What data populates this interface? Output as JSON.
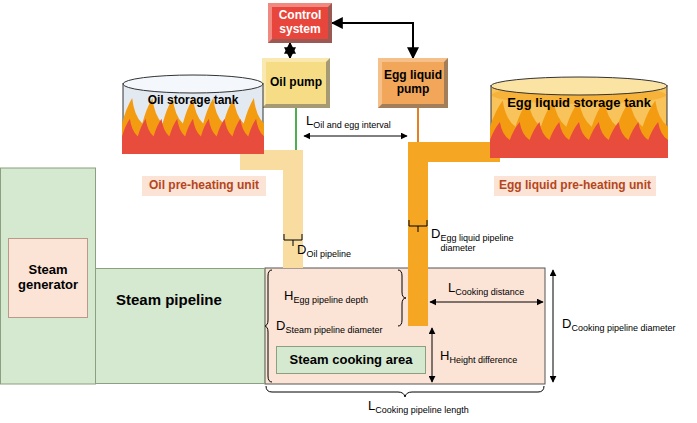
{
  "diagram": {
    "nodes": [
      {
        "text": [
          "Control system"
        ]
      },
      {
        "text": [
          "Oil pump"
        ]
      },
      {
        "text": [
          "Egg liquid pump"
        ]
      },
      {
        "text": [
          "Oil storage tank"
        ]
      },
      {
        "text": [
          "Egg liquid storage tank"
        ]
      },
      {
        "text": [
          "Oil pre-heating unit"
        ]
      },
      {
        "text": [
          "Egg liquid pre-heating unit"
        ]
      },
      {
        "text": [
          "Steam generator"
        ]
      },
      {
        "text": [
          "Steam pipeline"
        ]
      },
      {
        "text": [
          "Steam cooking area"
        ]
      }
    ],
    "edges": [
      {
        "from": 0,
        "to": 1,
        "arrow": "both"
      },
      {
        "from": 0,
        "to": 2,
        "arrow": "both"
      }
    ],
    "labels": [
      "L",
      "Oil and egg interval",
      "D",
      "Oil pipeline",
      "D",
      "Egg liquid pipeline diameter",
      "H",
      "Egg pipeline depth",
      "L",
      "Cooking distance",
      "D",
      "Steam pipeline diameter",
      "H",
      "Height difference",
      "D",
      "Cooking pipeline diameter",
      "L",
      "Cooking pipeline length"
    ]
  }
}
